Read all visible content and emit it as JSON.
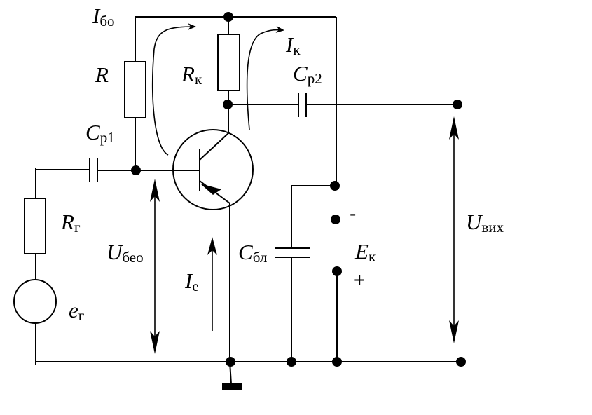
{
  "labels": {
    "I_b0": {
      "main": "I",
      "sub": "бо"
    },
    "R": {
      "main": "R",
      "sub": ""
    },
    "R_k": {
      "main": "R",
      "sub": "к"
    },
    "I_k": {
      "main": "I",
      "sub": "к"
    },
    "C_p2": {
      "main": "C",
      "sub": "р2"
    },
    "C_p1": {
      "main": "C",
      "sub": "р1"
    },
    "R_g": {
      "main": "R",
      "sub": "г"
    },
    "U_beo": {
      "main": "U",
      "sub": "бео"
    },
    "I_e": {
      "main": "I",
      "sub": "е"
    },
    "C_bl": {
      "main": "C",
      "sub": "бл"
    },
    "E_k": {
      "main": "E",
      "sub": "к"
    },
    "U_out": {
      "main": "U",
      "sub": "вих"
    },
    "e_g": {
      "main": "e",
      "sub": "г"
    }
  },
  "signs": {
    "minus": "-",
    "plus": "+"
  }
}
